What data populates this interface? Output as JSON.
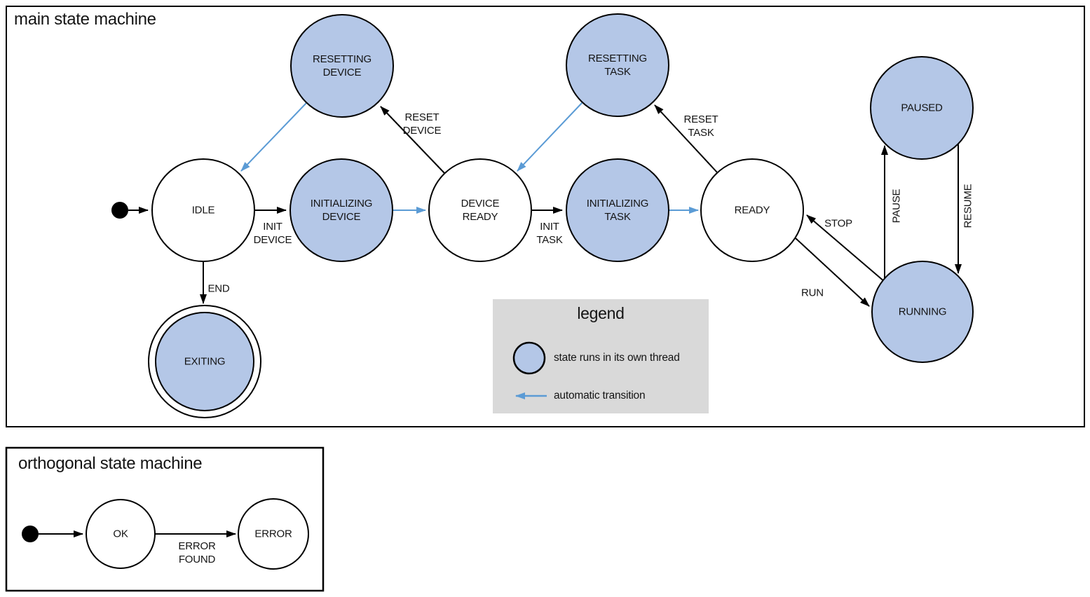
{
  "colors": {
    "threaded_state_fill": "#b4c7e7",
    "plain_state_fill": "#ffffff",
    "auto_transition_arrow": "#5b9bd5",
    "legend_background": "#d9d9d9",
    "line_stroke": "#000000"
  },
  "main_machine": {
    "title": "main state machine",
    "states": {
      "idle": {
        "label": "IDLE",
        "threaded": false
      },
      "initializing_device": {
        "label": "INITIALIZING\nDEVICE",
        "threaded": true
      },
      "device_ready": {
        "label": "DEVICE\nREADY",
        "threaded": false
      },
      "initializing_task": {
        "label": "INITIALIZING\nTASK",
        "threaded": true
      },
      "ready": {
        "label": "READY",
        "threaded": false
      },
      "resetting_device": {
        "label": "RESETTING\nDEVICE",
        "threaded": true
      },
      "resetting_task": {
        "label": "RESETTING\nTASK",
        "threaded": true
      },
      "paused": {
        "label": "PAUSED",
        "threaded": true
      },
      "running": {
        "label": "RUNNING",
        "threaded": true
      },
      "exiting": {
        "label": "EXITING",
        "threaded": true,
        "final_state": true
      }
    },
    "transition_labels": {
      "init_device": "INIT\nDEVICE",
      "init_task": "INIT\nTASK",
      "reset_device": "RESET\nDEVICE",
      "reset_task": "RESET\nTASK",
      "run": "RUN",
      "stop": "STOP",
      "pause": "PAUSE",
      "resume": "RESUME",
      "end": "END"
    }
  },
  "legend": {
    "title": "legend",
    "threaded_state_label": "state runs in its own thread",
    "auto_transition_label": "automatic transition"
  },
  "orthogonal_machine": {
    "title": "orthogonal state machine",
    "states": {
      "ok": {
        "label": "OK"
      },
      "error": {
        "label": "ERROR"
      }
    },
    "transition_labels": {
      "error_found": "ERROR\nFOUND"
    }
  }
}
